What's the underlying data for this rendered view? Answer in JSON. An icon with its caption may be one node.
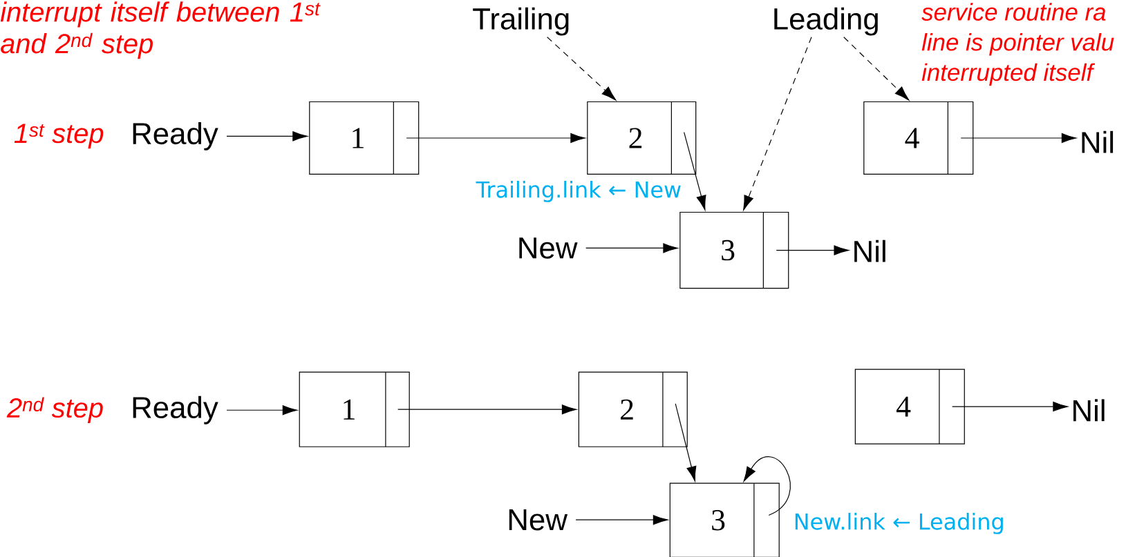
{
  "diagram": {
    "nodes": [
      {
        "text": [
          "Trailing"
        ]
      },
      {
        "text": [
          "Leading"
        ]
      },
      {
        "text": [
          "Ready"
        ]
      },
      {
        "text": [
          "1"
        ]
      },
      {
        "text": [
          "2"
        ]
      },
      {
        "text": [
          "4"
        ]
      },
      {
        "text": [
          "Nil"
        ]
      },
      {
        "text": [
          "New"
        ]
      },
      {
        "text": [
          "3"
        ]
      },
      {
        "text": [
          "Nil"
        ]
      },
      {
        "text": [
          "Ready"
        ]
      },
      {
        "text": [
          "1"
        ]
      },
      {
        "text": [
          "2"
        ]
      },
      {
        "text": [
          "4"
        ]
      },
      {
        "text": [
          "Nil"
        ]
      },
      {
        "text": [
          "New"
        ]
      },
      {
        "text": [
          "3"
        ]
      }
    ],
    "edges": [
      {
        "from": 0,
        "to": 4,
        "arrow": "to",
        "style": "dashed"
      },
      {
        "from": 1,
        "to": 8,
        "arrow": "to",
        "style": "dashed"
      },
      {
        "from": 1,
        "to": 5,
        "arrow": "to",
        "style": "dashed"
      },
      {
        "from": 2,
        "to": 3,
        "arrow": "to"
      },
      {
        "from": 3,
        "to": 4,
        "arrow": "to"
      },
      {
        "from": 4,
        "to": 8,
        "arrow": "to",
        "label": "Trailing.link ← New"
      },
      {
        "from": 5,
        "to": 6,
        "arrow": "to"
      },
      {
        "from": 7,
        "to": 8,
        "arrow": "to"
      },
      {
        "from": 8,
        "to": 9,
        "arrow": "to"
      },
      {
        "from": 10,
        "to": 11,
        "arrow": "to"
      },
      {
        "from": 11,
        "to": 12,
        "arrow": "to"
      },
      {
        "from": 12,
        "to": 16,
        "arrow": "to"
      },
      {
        "from": 16,
        "to": 16,
        "arrow": "to",
        "label": "New.link ← Leading"
      },
      {
        "from": 13,
        "to": 14,
        "arrow": "to"
      },
      {
        "from": 15,
        "to": 16,
        "arrow": "to"
      }
    ],
    "labels": [
      "interrupt itself between 1$^{st}$ and 2$^{nd}$ step",
      "service routine ra",
      "line is pointer valu",
      "interrupted itself",
      "1$^{st}$ step",
      "2$^{nd}$ step"
    ]
  }
}
